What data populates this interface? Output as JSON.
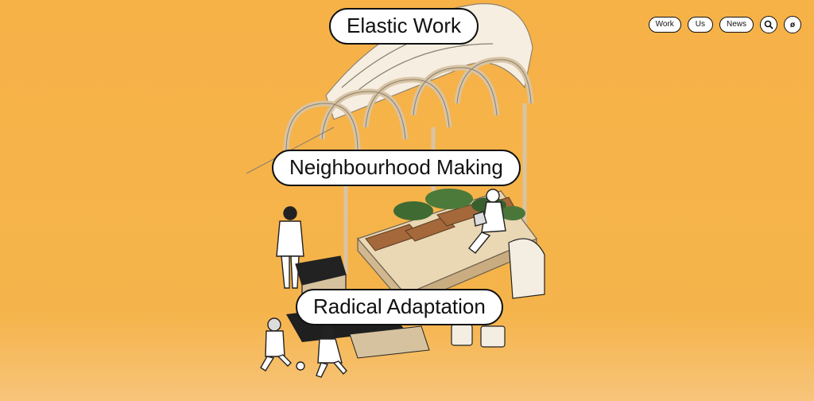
{
  "nav": {
    "work": "Work",
    "us": "Us",
    "news": "News",
    "search_icon": "search-icon",
    "lang_symbol": "ø"
  },
  "projects": {
    "elastic_work": "Elastic Work",
    "neighbourhood_making": "Neighbourhood Making",
    "radical_adaptation": "Radical Adaptation"
  },
  "colors": {
    "background": "#f6b247",
    "pill_bg": "#ffffff",
    "stroke": "#111111"
  }
}
